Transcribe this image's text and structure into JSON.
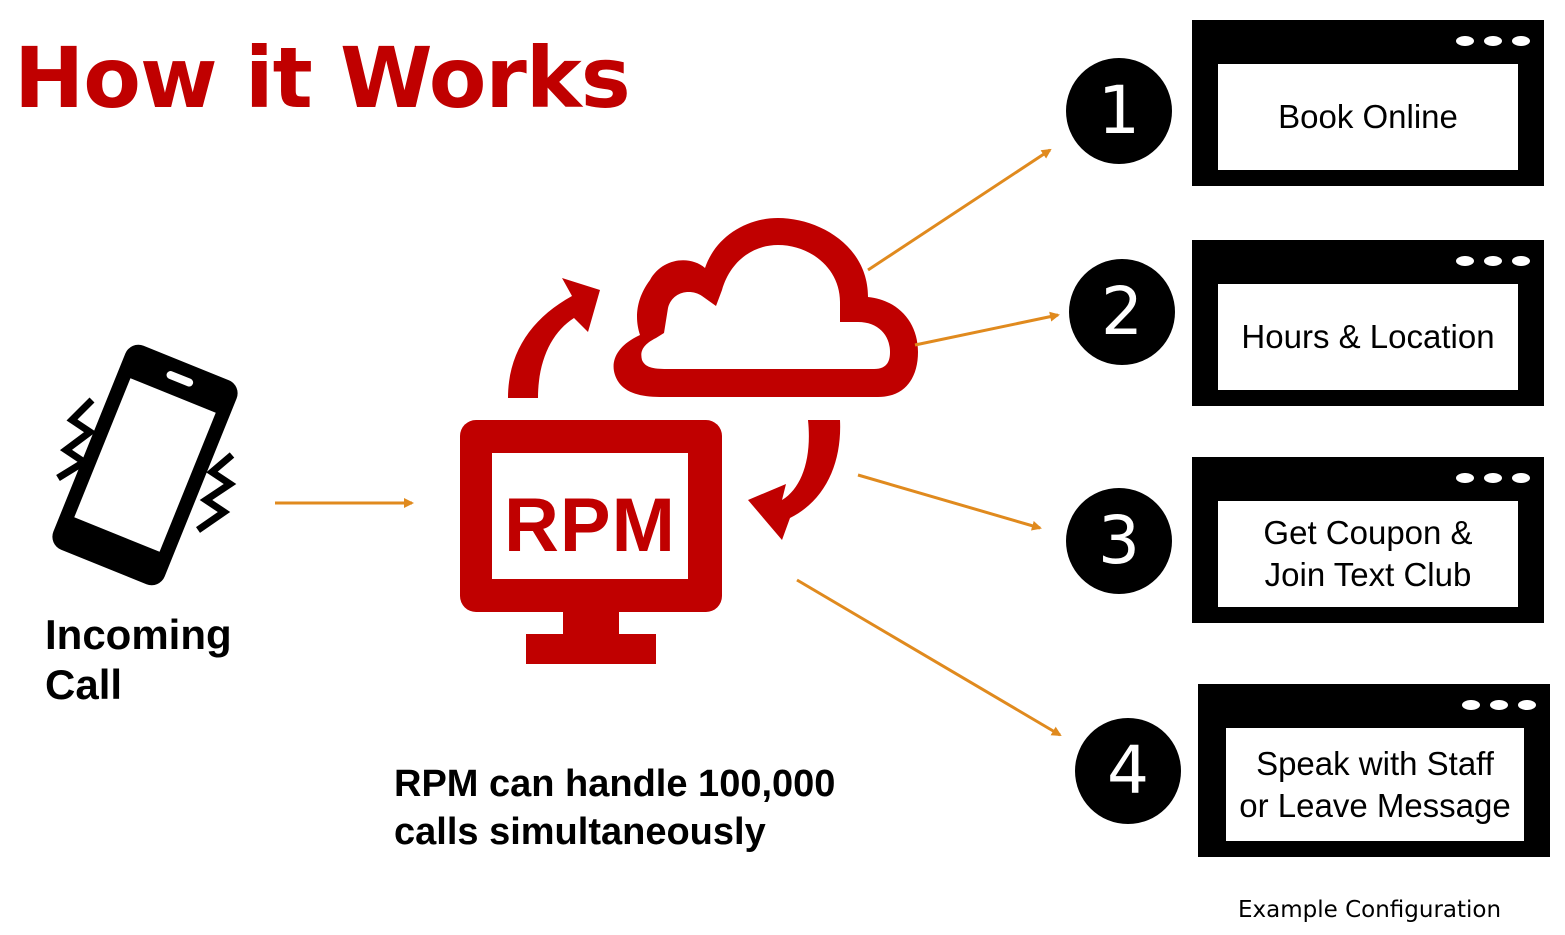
{
  "title": "How it Works",
  "caller": {
    "line1": "Incoming",
    "line2": "Call"
  },
  "system": {
    "label": "RPM"
  },
  "capacity": {
    "line1": "RPM can handle 100,000",
    "line2": "calls simultaneously"
  },
  "options": [
    {
      "number": "1",
      "lines": [
        "Book Online"
      ]
    },
    {
      "number": "2",
      "lines": [
        "Hours & Location"
      ]
    },
    {
      "number": "3",
      "lines": [
        "Get Coupon &",
        "Join Text Club"
      ]
    },
    {
      "number": "4",
      "lines": [
        "Speak with Staff",
        "or Leave Message"
      ]
    }
  ],
  "footnote": "Example Configuration",
  "colors": {
    "brand_red": "#c00000",
    "arrow_orange": "#e08a1e",
    "black": "#000000"
  },
  "icons": [
    "vibrating-phone-icon",
    "cloud-icon",
    "monitor-icon",
    "sync-arrows-icon",
    "window-icon"
  ]
}
